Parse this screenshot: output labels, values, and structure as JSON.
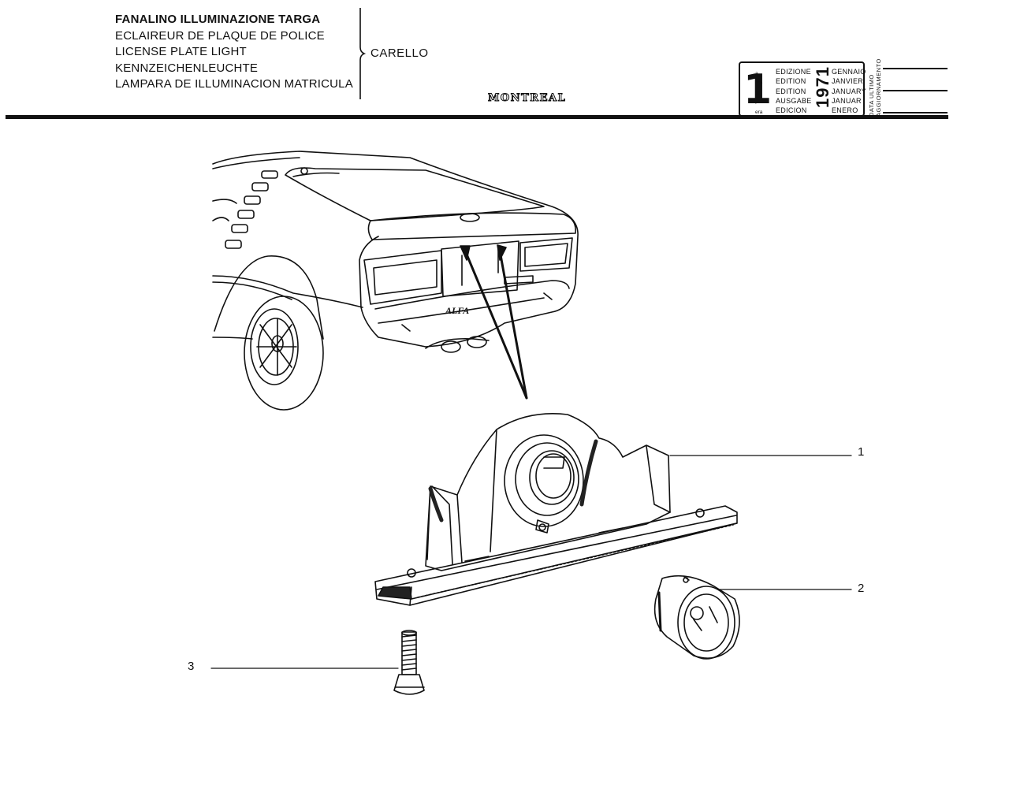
{
  "header": {
    "titles": [
      "FANALINO ILLUMINAZIONE TARGA",
      "ECLAIREUR DE PLAQUE DE POLICE",
      "LICENSE PLATE LIGHT",
      "KENNZEICHENLEUCHTE",
      "LAMPARA DE ILLUMINACION MATRICULA"
    ],
    "manufacturer": "CARELLO",
    "model": "MONTREAL"
  },
  "edition": {
    "number": "1",
    "suffixes": [
      "a",
      "ere",
      "st",
      ".",
      "era"
    ],
    "words": [
      "EDIZIONE",
      "EDITION",
      "EDITION",
      "AUSGABE",
      "EDICION"
    ],
    "year": "1971",
    "months": [
      "GENNAIO",
      "JANVIER",
      "JANUARY",
      "JANUAR",
      "ENERO"
    ],
    "last_update_label": [
      "DATA ULTIMO",
      "AGGIORNAMENTO"
    ]
  },
  "callouts": [
    {
      "number": "1",
      "part": "lamp housing"
    },
    {
      "number": "2",
      "part": "bulb"
    },
    {
      "number": "3",
      "part": "screw"
    }
  ],
  "icons": [
    "car-rear-illustration",
    "lamp-housing-illustration",
    "bulb-illustration",
    "screw-illustration"
  ]
}
